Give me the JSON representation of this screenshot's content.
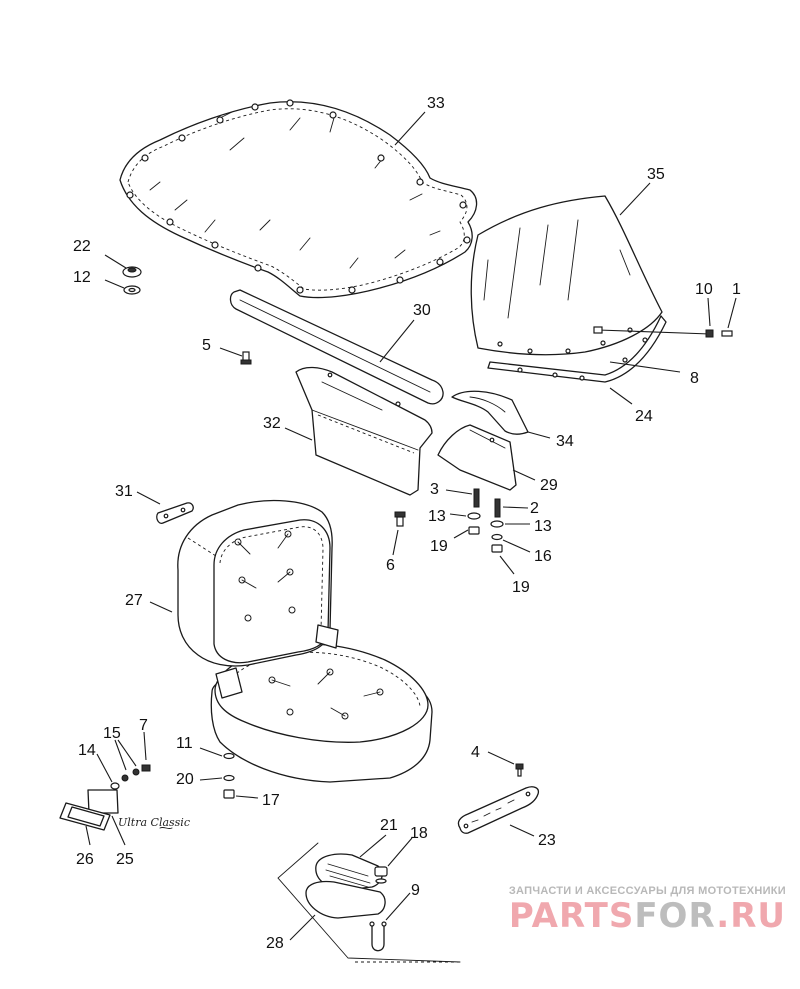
{
  "callouts": [
    {
      "id": "n33",
      "label": "33"
    },
    {
      "id": "n35",
      "label": "35"
    },
    {
      "id": "n22",
      "label": "22"
    },
    {
      "id": "n12",
      "label": "12"
    },
    {
      "id": "n10",
      "label": "10"
    },
    {
      "id": "n1",
      "label": "1"
    },
    {
      "id": "n30",
      "label": "30"
    },
    {
      "id": "n5",
      "label": "5"
    },
    {
      "id": "n8",
      "label": "8"
    },
    {
      "id": "n24",
      "label": "24"
    },
    {
      "id": "n32",
      "label": "32"
    },
    {
      "id": "n34",
      "label": "34"
    },
    {
      "id": "n29",
      "label": "29"
    },
    {
      "id": "n3",
      "label": "3"
    },
    {
      "id": "n2",
      "label": "2"
    },
    {
      "id": "n13a",
      "label": "13"
    },
    {
      "id": "n13b",
      "label": "13"
    },
    {
      "id": "n31",
      "label": "31"
    },
    {
      "id": "n19a",
      "label": "19"
    },
    {
      "id": "n16",
      "label": "16"
    },
    {
      "id": "n6",
      "label": "6"
    },
    {
      "id": "n19b",
      "label": "19"
    },
    {
      "id": "n27",
      "label": "27"
    },
    {
      "id": "n15",
      "label": "15"
    },
    {
      "id": "n7",
      "label": "7"
    },
    {
      "id": "n11",
      "label": "11"
    },
    {
      "id": "n14",
      "label": "14"
    },
    {
      "id": "n4",
      "label": "4"
    },
    {
      "id": "n20",
      "label": "20"
    },
    {
      "id": "n17",
      "label": "17"
    },
    {
      "id": "n26",
      "label": "26"
    },
    {
      "id": "n25",
      "label": "25"
    },
    {
      "id": "n23",
      "label": "23"
    },
    {
      "id": "n21",
      "label": "21"
    },
    {
      "id": "n18",
      "label": "18"
    },
    {
      "id": "n9",
      "label": "9"
    },
    {
      "id": "n28",
      "label": "28"
    }
  ],
  "plate_script": "Ultra Classic",
  "watermark": {
    "tagline": "ЗАПЧАСТИ И АКСЕССУАРЫ ДЛЯ МОТОТЕХНИКИ",
    "logo_part1": "PARTS",
    "logo_part2": "FOR",
    "logo_part3": ".RU"
  }
}
